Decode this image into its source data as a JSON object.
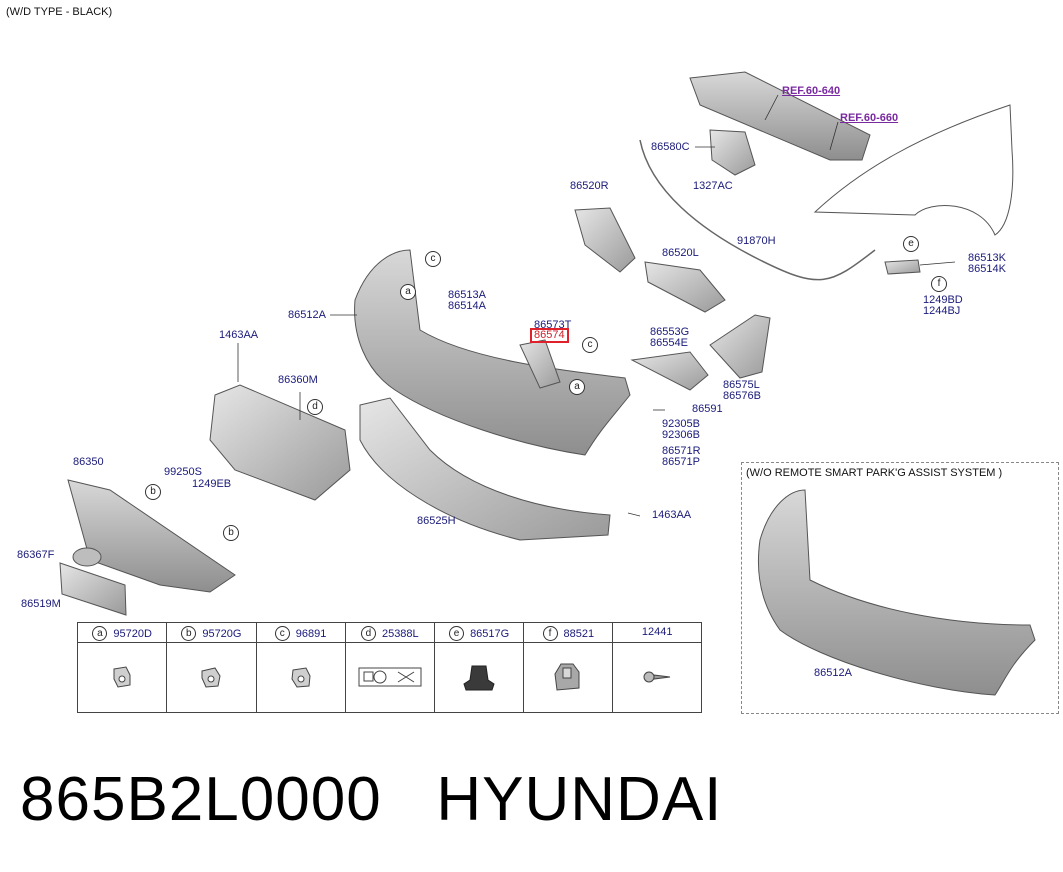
{
  "header": {
    "title": "(W/D TYPE - BLACK)"
  },
  "refs": {
    "ref1": "REF.60-640",
    "ref2": "REF.60-660"
  },
  "parts": {
    "p86580C": "86580C",
    "p1327AC": "1327AC",
    "p86520R": "86520R",
    "p91870H": "91870H",
    "p86520L": "86520L",
    "p86513K": "86513K",
    "p86514K": "86514K",
    "p1249BD": "1249BD",
    "p1244BJ": "1244BJ",
    "p86512A": "86512A",
    "p86513A": "86513A",
    "p86514A": "86514A",
    "p86573T": "86573T",
    "p86574": "86574",
    "p86553G": "86553G",
    "p86554E": "86554E",
    "p86575L": "86575L",
    "p86576B": "86576B",
    "p86591": "86591",
    "p92305B": "92305B",
    "p92306B": "92306B",
    "p86571R": "86571R",
    "p86571P": "86571P",
    "p1463AA_top": "1463AA",
    "p86360M": "86360M",
    "p86350": "86350",
    "p99250S": "99250S",
    "p1249EB": "1249EB",
    "p86367F": "86367F",
    "p86519M": "86519M",
    "p86525H": "86525H",
    "p1463AA_bot": "1463AA",
    "p86512A_alt": "86512A"
  },
  "callouts": {
    "a": "a",
    "b": "b",
    "c": "c",
    "d": "d",
    "e": "e",
    "f": "f"
  },
  "alt_box": {
    "title": "(W/O REMOTE SMART PARK'G ASSIST SYSTEM )"
  },
  "legend": [
    {
      "letter": "a",
      "part": "95720D",
      "icon": "clip-icon"
    },
    {
      "letter": "b",
      "part": "95720G",
      "icon": "clip-icon"
    },
    {
      "letter": "c",
      "part": "96891",
      "icon": "clip-icon"
    },
    {
      "letter": "d",
      "part": "25388L",
      "icon": "label-sticker-icon"
    },
    {
      "letter": "e",
      "part": "86517G",
      "icon": "retainer-icon"
    },
    {
      "letter": "f",
      "part": "88521",
      "icon": "bracket-clip-icon"
    },
    {
      "letter": "",
      "part": "12441",
      "icon": "screw-icon"
    }
  ],
  "caption": {
    "part_number": "865B2L0000",
    "brand": "HYUNDAI"
  },
  "colors": {
    "label": "#1a1a7a",
    "ref": "#7a2aa0",
    "highlight": "#e0202a",
    "part_fill": "#c8c8c8",
    "part_stroke": "#555555"
  }
}
